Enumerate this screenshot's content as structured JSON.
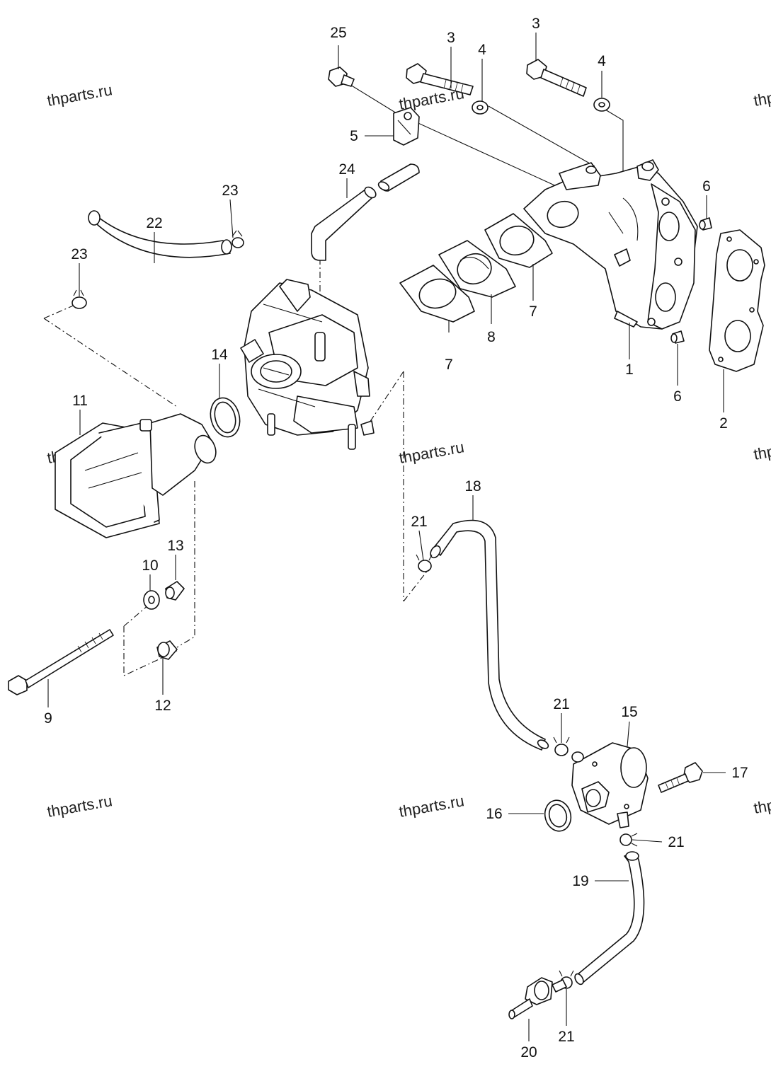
{
  "diagram": {
    "watermark_text": "thparts.ru",
    "callouts": {
      "p1": "1",
      "p2": "2",
      "p3a": "3",
      "p3b": "3",
      "p4a": "4",
      "p4b": "4",
      "p5": "5",
      "p6a": "6",
      "p6b": "6",
      "p7a": "7",
      "p7b": "7",
      "p8": "8",
      "p9": "9",
      "p10": "10",
      "p11": "11",
      "p12": "12",
      "p13": "13",
      "p14": "14",
      "p15": "15",
      "p16": "16",
      "p17": "17",
      "p18": "18",
      "p19": "19",
      "p20": "20",
      "p21a": "21",
      "p21b": "21",
      "p21c": "21",
      "p21d": "21",
      "p22": "22",
      "p23a": "23",
      "p23b": "23",
      "p24": "24",
      "p25": "25"
    }
  }
}
